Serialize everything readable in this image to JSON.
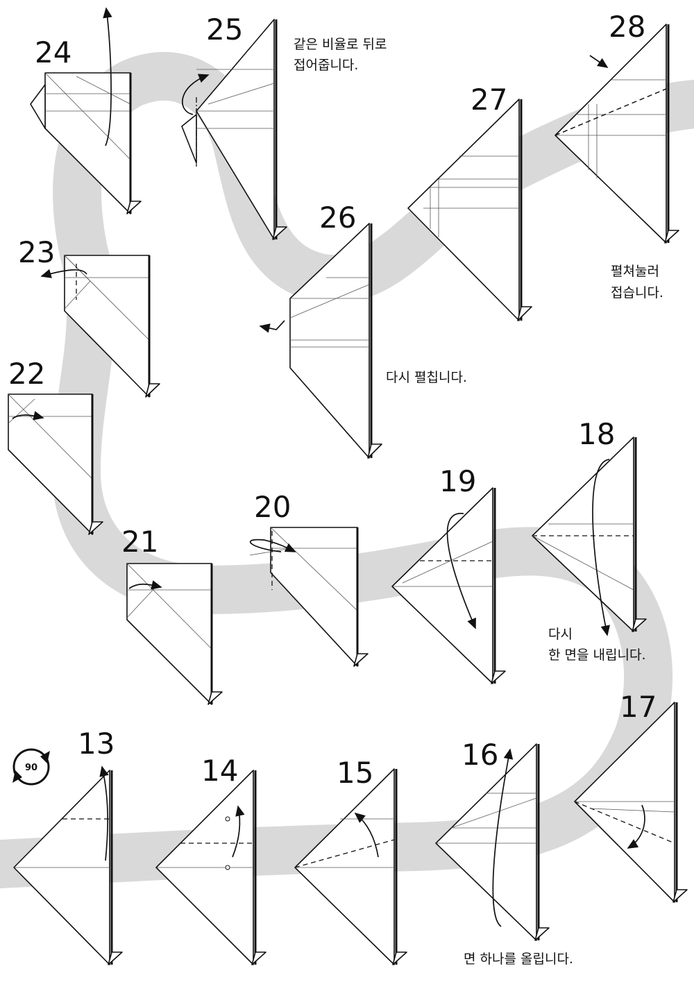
{
  "steps": [
    {
      "number": "13"
    },
    {
      "number": "14"
    },
    {
      "number": "15"
    },
    {
      "number": "16"
    },
    {
      "number": "17"
    },
    {
      "number": "18"
    },
    {
      "number": "19"
    },
    {
      "number": "20"
    },
    {
      "number": "21"
    },
    {
      "number": "22"
    },
    {
      "number": "23"
    },
    {
      "number": "24"
    },
    {
      "number": "25"
    },
    {
      "number": "26"
    },
    {
      "number": "27"
    },
    {
      "number": "28"
    }
  ],
  "notes": {
    "step25": [
      "같은 비율로 뒤로",
      "접어줍니다."
    ],
    "step26": [
      "다시 펼칩니다."
    ],
    "step28": [
      "펼쳐눌러",
      "접습니다."
    ],
    "step18": [
      "다시",
      "한 면을 내립니다."
    ],
    "step16": [
      "면 하나를 올립니다."
    ]
  },
  "rotate_badge": "90",
  "colors": {
    "path_band": "#d9d9d9",
    "line": "#111111"
  }
}
